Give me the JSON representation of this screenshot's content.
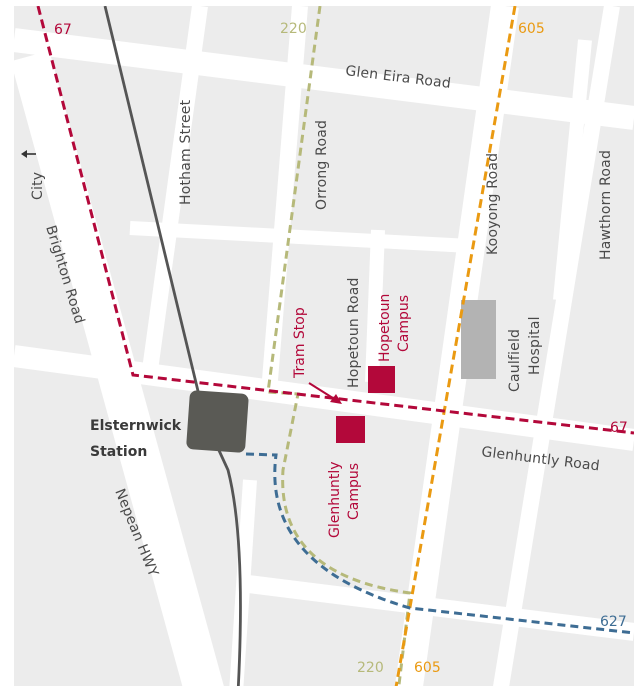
{
  "map": {
    "routes": {
      "r67": {
        "label": "67",
        "color": "#b3083a"
      },
      "r220": {
        "label": "220",
        "color": "#b6b97a"
      },
      "r605": {
        "label": "605",
        "color": "#ea9a12"
      },
      "r627": {
        "label": "627",
        "color": "#3e6d94"
      }
    },
    "streets": {
      "glen_eira": "Glen Eira Road",
      "hotham": "Hotham Street",
      "orrong": "Orrong Road",
      "kooyong": "Kooyong Road",
      "hawthorn": "Hawthorn Road",
      "brighton": "Brighton Road",
      "hopetoun": "Hopetoun Road",
      "glenhuntly": "Glenhuntly Road",
      "nepean": "Nepean HWY"
    },
    "city": {
      "label": "City",
      "icon": "arrow-left-icon"
    },
    "station": {
      "line1": "Elsternwick",
      "line2": "Station",
      "color": "#5a5a55"
    },
    "tram_stop": {
      "label": "Tram Stop"
    },
    "hospital": {
      "line1": "Caulfield",
      "line2": "Hospital",
      "color": "#b3b3b3"
    },
    "campuses": {
      "hopetoun": {
        "line1": "Hopetoun",
        "line2": "Campus"
      },
      "glenhuntly": {
        "line1": "Glenhuntly",
        "line2": "Campus"
      }
    },
    "colors": {
      "block": "#ececec",
      "road": "#ffffff",
      "rail": "#555555",
      "campus": "#b3083a"
    }
  }
}
